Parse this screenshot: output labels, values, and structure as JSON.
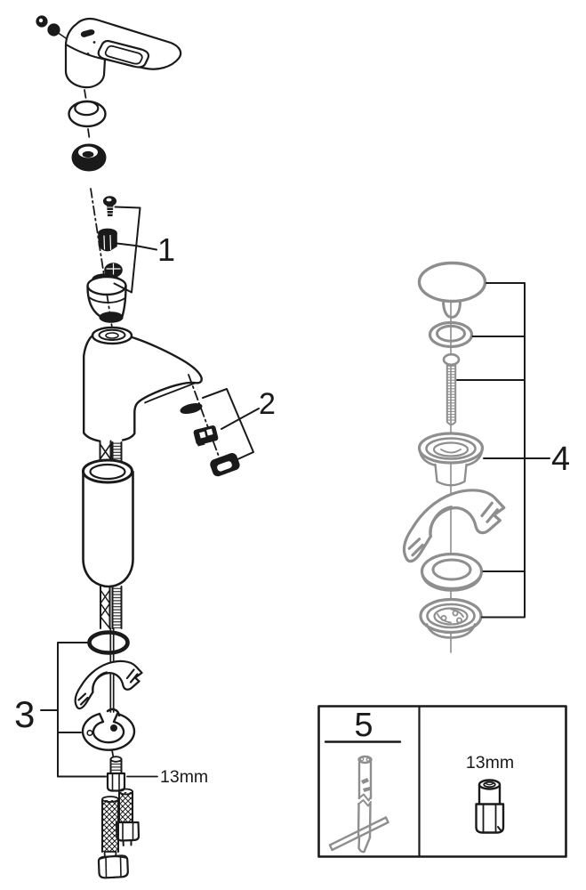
{
  "figure": {
    "background_color": "#ffffff",
    "primary_line_color": "#1a1a1a",
    "secondary_line_color": "#8e8e8e"
  },
  "callouts": {
    "group1_label": "1",
    "group2_label": "2",
    "group3_label": "3",
    "group4_label": "4",
    "group5_label": "5",
    "mounting_nut_size": "13mm",
    "socket_tool_size": "13mm"
  },
  "groups": [
    {
      "label": "1",
      "items": [
        "handle-fixing-screw",
        "cap-nut",
        "ceramic-cartridge"
      ]
    },
    {
      "label": "2",
      "items": [
        "aerator-seal",
        "aerator-insert",
        "aerator-housing"
      ]
    },
    {
      "label": "3",
      "items": [
        "o-ring",
        "stabilizing-plate",
        "mounting-horseshoe",
        "mounting-nut"
      ]
    },
    {
      "label": "4",
      "items": [
        "pop-up-plug",
        "plug-washer",
        "connecting-screw",
        "drain-flange",
        "support-wedge",
        "rubber-washer",
        "drain-locknut"
      ]
    },
    {
      "label": "5",
      "items": [
        "socket-wrench-tool",
        "socket-adapter"
      ]
    }
  ]
}
